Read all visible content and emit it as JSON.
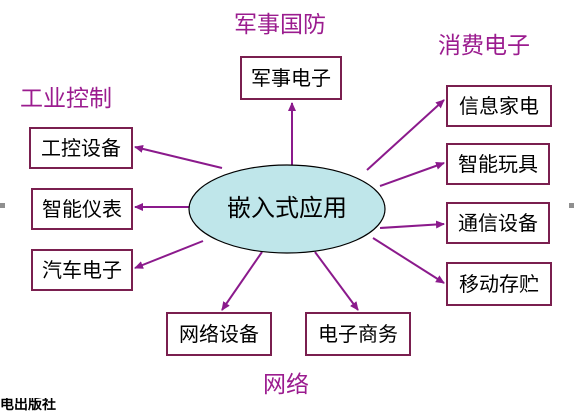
{
  "center": {
    "label": "嵌入式应用"
  },
  "groups": {
    "military": "军事国防",
    "consumer": "消费电子",
    "industrial": "工业控制",
    "network": "网络"
  },
  "nodes": {
    "military_electronics": "军事电子",
    "info_appliance": "信息家电",
    "smart_toys": "智能玩具",
    "comm_equipment": "通信设备",
    "mobile_storage": "移动存贮",
    "ind_control_equipment": "工控设备",
    "smart_instruments": "智能仪表",
    "auto_electronics": "汽车电子",
    "network_equipment": "网络设备",
    "ecommerce": "电子商务"
  },
  "footer": {
    "text": "电出版社"
  },
  "colors": {
    "center_fill": "#bfe6ea",
    "arrow": "#8b1a8c",
    "box_border": "#7a1f4f",
    "group_text": "#9b1c8f"
  }
}
